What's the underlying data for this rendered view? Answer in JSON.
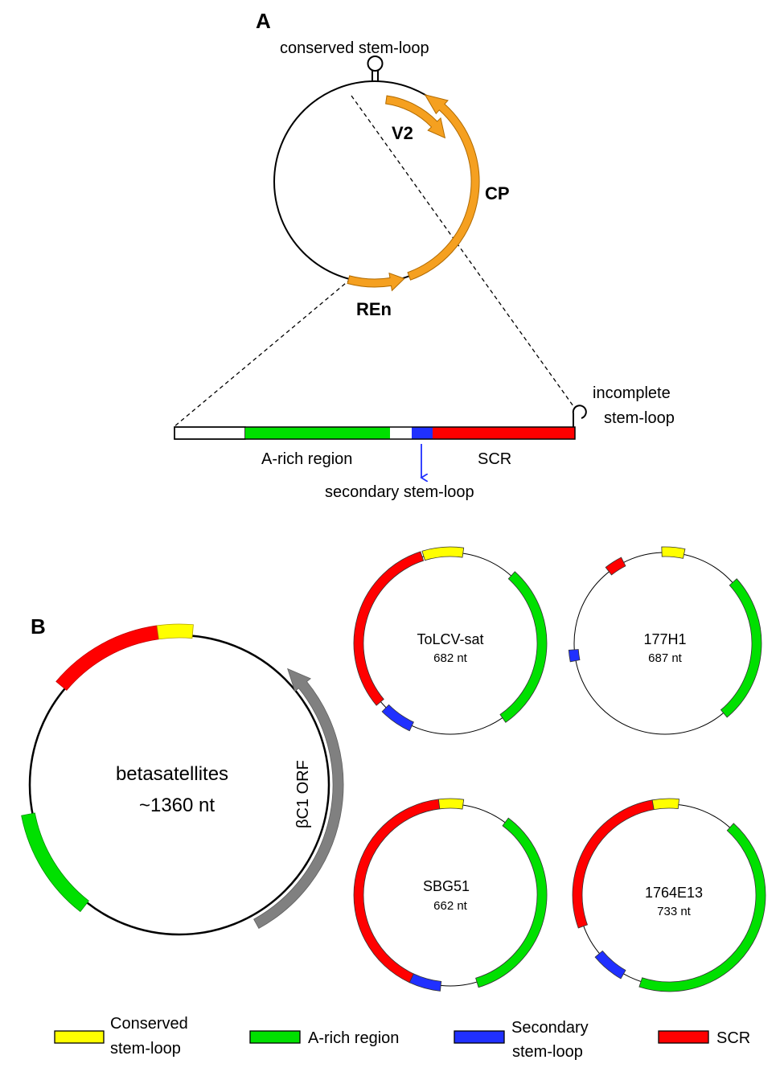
{
  "panel_a": {
    "label": "A",
    "top_loop_label": "conserved stem-loop",
    "genes": {
      "v2": "V2",
      "cp": "CP",
      "ren": "REn"
    },
    "bar_regions": {
      "a_rich": "A-rich region",
      "scr": "SCR"
    },
    "secondary_loop_label": "secondary stem-loop",
    "incomplete_loop_label": [
      "incomplete",
      "stem-loop"
    ]
  },
  "panel_b": {
    "label": "B",
    "large_circle": {
      "name": "betasatellites",
      "size": "~1360 nt",
      "orf_label": "βC1 ORF"
    },
    "small_circles": [
      {
        "name": "ToLCV-sat",
        "size": "682 nt"
      },
      {
        "name": "177H1",
        "size": "687 nt"
      },
      {
        "name": "SBG51",
        "size": "662 nt"
      },
      {
        "name": "1764E13",
        "size": "733 nt"
      }
    ]
  },
  "legend": [
    {
      "label": [
        "Conserved",
        "stem-loop"
      ],
      "color": "#ffff00"
    },
    {
      "label": [
        "A-rich region"
      ],
      "color": "#00e000"
    },
    {
      "label": [
        "Secondary",
        "stem-loop"
      ],
      "color": "#2030ff"
    },
    {
      "label": [
        "SCR"
      ],
      "color": "#ff0000"
    }
  ],
  "colors": {
    "orange": "#f5a020",
    "yellow": "#ffff00",
    "green": "#00e000",
    "blue": "#2030ff",
    "red": "#ff0000",
    "gray": "#808080"
  }
}
